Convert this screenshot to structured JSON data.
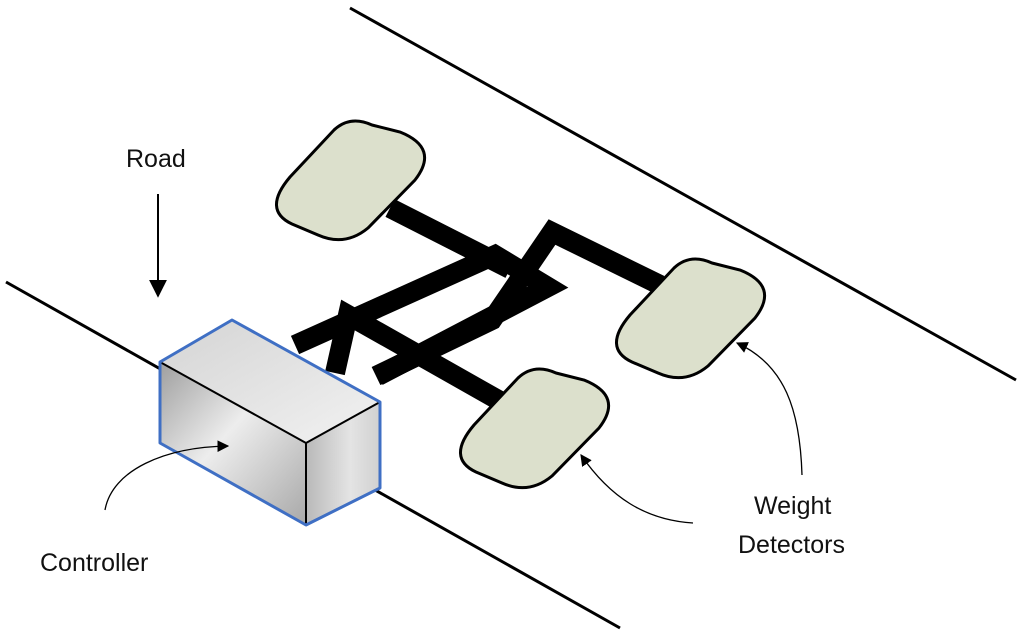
{
  "labels": {
    "road": "Road",
    "controller": "Controller",
    "detectors_line1": "Weight",
    "detectors_line2": "Detectors"
  },
  "colors": {
    "detector_fill": "#dce0cc",
    "controller_outline": "#3f6fc4",
    "cable": "#000000",
    "road_edge": "#000000"
  }
}
